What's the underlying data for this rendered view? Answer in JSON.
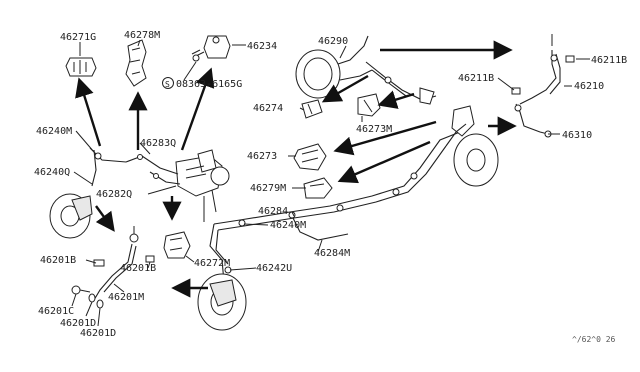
{
  "labels": {
    "p46271G": "46271G",
    "p46278M": "46278M",
    "p46234": "46234",
    "p08363": "08363-6165G",
    "p46290": "46290",
    "p46211B_tr": "46211B",
    "p46211B_mr": "46211B",
    "p46210": "46210",
    "p46274": "46274",
    "p46273M": "46273M",
    "p46310": "46310",
    "p46240M_l": "46240M",
    "p46283Q": "46283Q",
    "p46273": "46273",
    "p46240Q": "46240Q",
    "p46282Q": "46282Q",
    "p46279M": "46279M",
    "p46284": "46284",
    "p46240M_c": "46240M",
    "p46284M": "46284M",
    "p46201B_l": "46201B",
    "p46272M": "46272M",
    "p46242U": "46242U",
    "p46201B_c": "46201B",
    "p46201M": "46201M",
    "p46201C": "46201C",
    "p46201D_a": "46201D",
    "p46201D_b": "46201D"
  },
  "screw_symbol": "S",
  "diagram_code": "^/62^0 26"
}
